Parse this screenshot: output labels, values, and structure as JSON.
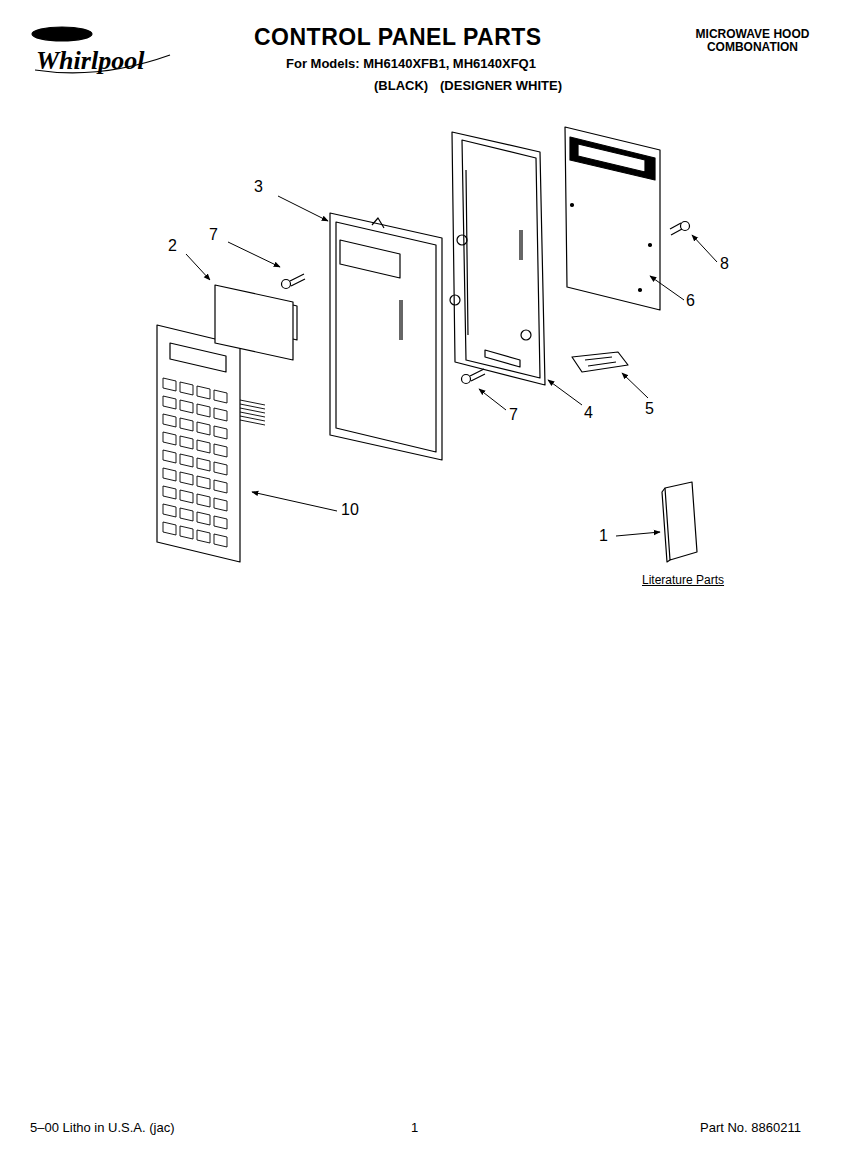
{
  "diagram": {
    "title": "CONTROL PANEL PARTS",
    "labels": [
      "Whirlpool",
      "For Models: MH6140XFB1, MH6140XFQ1",
      "(BLACK)",
      "(DESIGNER WHITE)",
      "MICROWAVE HOOD COMBONATION",
      "3",
      "7",
      "2",
      "8",
      "6",
      "4",
      "5",
      "7",
      "10",
      "1",
      "Literature Parts",
      "5–00 Litho in U.S.A. (jac)",
      "1",
      "Part No. 8860211"
    ]
  }
}
